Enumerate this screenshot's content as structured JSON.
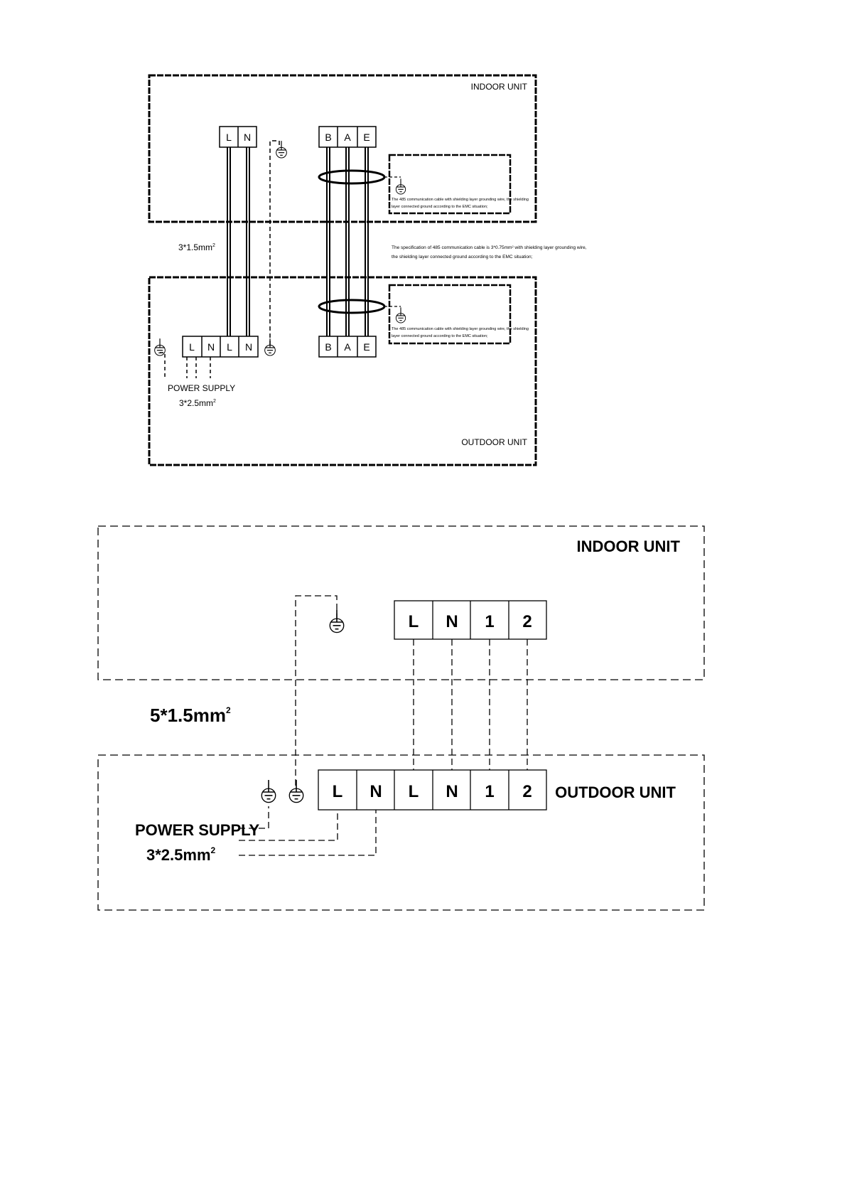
{
  "diagram1": {
    "indoor_label": "INDOOR UNIT",
    "outdoor_label": "OUTDOOR UNIT",
    "indoor_power_terminals": [
      "L",
      "N"
    ],
    "indoor_comm_terminals": [
      "B",
      "A",
      "E"
    ],
    "outdoor_terminals": [
      "L",
      "N",
      "L",
      "N"
    ],
    "outdoor_comm_terminals": [
      "B",
      "A",
      "E"
    ],
    "interconnect_spec": "3*1.5mm",
    "interconnect_spec_sup": "2",
    "power_supply_label": "POWER SUPPLY",
    "power_supply_spec": "3*2.5mm",
    "power_supply_spec_sup": "2",
    "indoor_note_line1": "The 485 communication cable with shielding layer grounding wire, the shielding",
    "indoor_note_line2": "layer connected ground according to the EMC situation;",
    "outdoor_note_line1": "The 485 communication cable with shielding layer grounding wire, the shielding",
    "outdoor_note_line2": "layer connected ground according to the EMC situation;",
    "spec_note_line1": "The specification of 485 communication cable is 3*0.75mm² with shielding layer grounding wire,",
    "spec_note_line2": "the shielding layer connected ground according to the EMC situation;"
  },
  "diagram2": {
    "indoor_label": "INDOOR UNIT",
    "outdoor_label": "OUTDOOR UNIT",
    "indoor_terminals": [
      "L",
      "N",
      "1",
      "2"
    ],
    "outdoor_terminals": [
      "L",
      "N",
      "L",
      "N",
      "1",
      "2"
    ],
    "interconnect_spec": "5*1.5mm",
    "interconnect_spec_sup": "2",
    "power_supply_label": "POWER SUPPLY",
    "power_supply_spec": "3*2.5mm",
    "power_supply_spec_sup": "2"
  }
}
